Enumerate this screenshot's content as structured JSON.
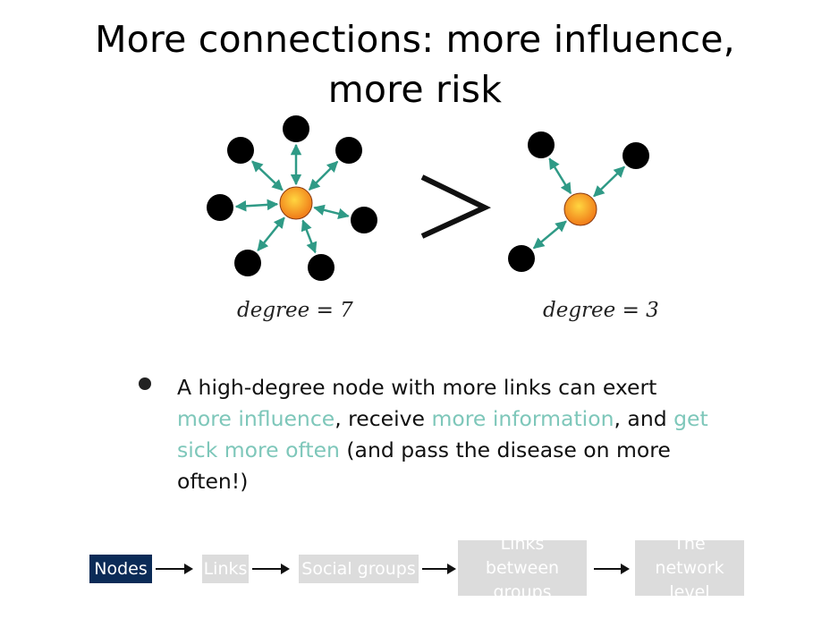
{
  "title": {
    "line1": "More connections: more influence,",
    "line2": "more risk"
  },
  "diagram": {
    "left_label": "degree = 7",
    "right_label": "degree = 3",
    "comparison_symbol": ">",
    "left_degree": 7,
    "right_degree": 3,
    "colors": {
      "edge": "#2f9a86",
      "center_node_inner": "#ffd640",
      "center_node_outer": "#f07a18",
      "leaf_node": "#000000"
    }
  },
  "bullet": {
    "part1": "A high-degree node with more links can exert ",
    "hl1": "more influence",
    "part2": ", receive ",
    "hl2": "more information",
    "part3": ", and ",
    "hl3": "get sick more often",
    "part4": " (and pass the disease on more often!)",
    "highlight_color": "#7ec7ba"
  },
  "flow": {
    "steps": [
      {
        "label": "Nodes",
        "state": "active"
      },
      {
        "label": "Links",
        "state": "inactive"
      },
      {
        "label": "Social groups",
        "state": "inactive"
      },
      {
        "label": "Links between groups",
        "state": "inactive"
      },
      {
        "label": "The network level",
        "state": "inactive"
      }
    ],
    "active_color": "#0b2b57",
    "inactive_color": "#dcdcdc"
  }
}
